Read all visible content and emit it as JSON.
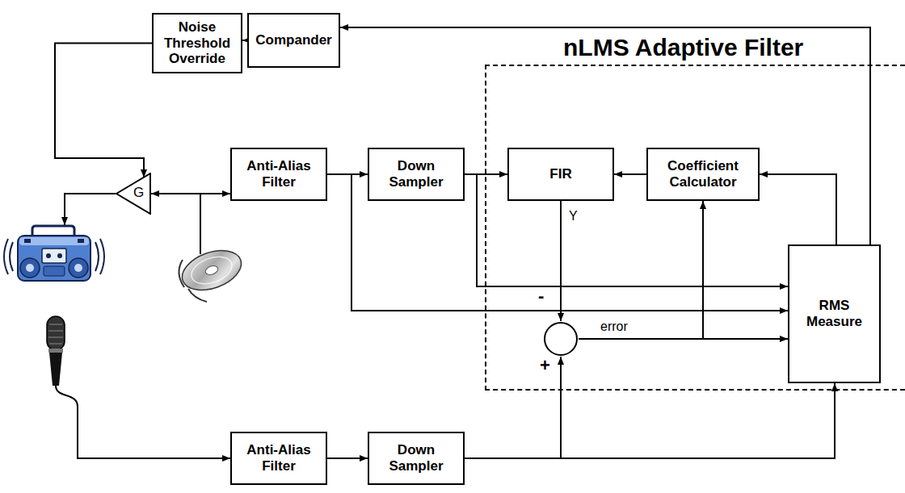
{
  "diagram": {
    "nodes": [
      {
        "text": [
          "Noise Threshold Override"
        ]
      },
      {
        "text": [
          "Compander"
        ]
      },
      {
        "text": [
          "nLMS Adaptive Filter"
        ]
      },
      {
        "text": [
          "G"
        ]
      },
      {
        "text": [
          "Anti-Alias Filter"
        ]
      },
      {
        "text": [
          "Down Sampler"
        ]
      },
      {
        "text": [
          "FIR"
        ],
        "in": 2
      },
      {
        "text": [
          "Coefficient Calculator"
        ],
        "in": 2
      },
      {
        "text": [
          "-",
          "+"
        ],
        "in": 2
      },
      {
        "text": [
          "RMS Measure"
        ],
        "in": 2
      },
      {
        "text": [
          "Anti-Alias Filter"
        ]
      },
      {
        "text": [
          "Down Sampler"
        ]
      }
    ],
    "edges": [
      {
        "from": 1,
        "to": 0,
        "arrow": "to"
      },
      {
        "from": 0,
        "to": 3,
        "arrow": "to"
      },
      {
        "from": 3,
        "to": 4,
        "arrow": "both"
      },
      {
        "from": 4,
        "to": 5,
        "arrow": "to"
      },
      {
        "from": 4,
        "to": 9,
        "arrow": "to"
      },
      {
        "from": 5,
        "to": 6,
        "arrow": "to"
      },
      {
        "from": 5,
        "to": 9,
        "arrow": "to"
      },
      {
        "from": 7,
        "to": 6,
        "arrow": "to"
      },
      {
        "from": 6,
        "to": 8,
        "label": "Y",
        "arrow": "to"
      },
      {
        "from": 8,
        "to": 9,
        "label": "error",
        "arrow": "to"
      },
      {
        "from": 8,
        "to": 7,
        "arrow": "to"
      },
      {
        "from": 9,
        "to": 7,
        "arrow": "to"
      },
      {
        "from": 9,
        "to": 1,
        "arrow": "to"
      },
      {
        "from": 10,
        "to": 11,
        "arrow": "to"
      },
      {
        "from": 11,
        "to": 8,
        "arrow": "to"
      },
      {
        "from": 11,
        "to": 9,
        "arrow": "to"
      }
    ]
  }
}
